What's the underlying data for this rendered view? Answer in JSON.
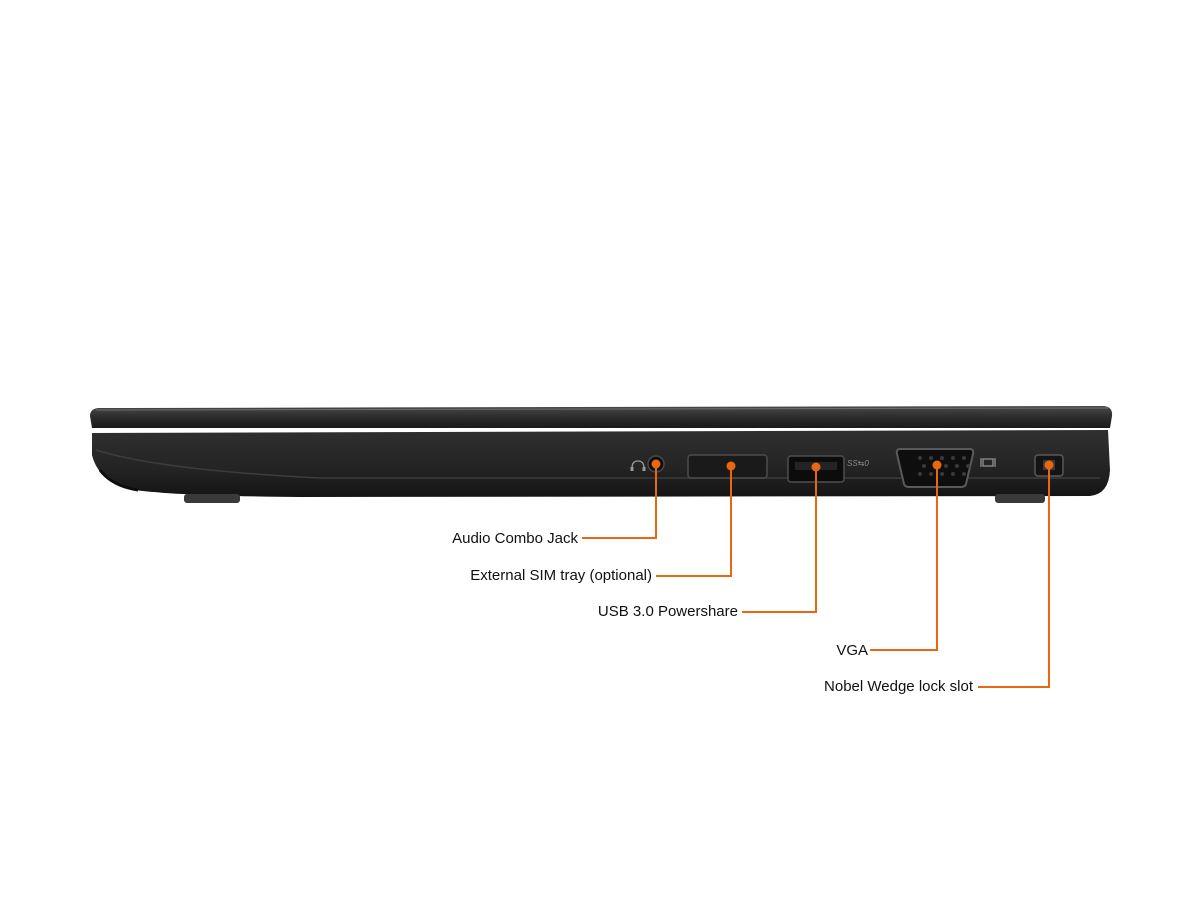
{
  "accent_color": "#e8670f",
  "laptop": {
    "body_color": "#262626",
    "usb_marking": "SS⇆0"
  },
  "callouts": [
    {
      "name": "audio-combo-jack",
      "label": "Audio Combo Jack"
    },
    {
      "name": "external-sim-tray",
      "label": "External SIM tray (optional)"
    },
    {
      "name": "usb-3-powershare",
      "label": "USB 3.0 Powershare"
    },
    {
      "name": "vga-port",
      "label": "VGA"
    },
    {
      "name": "nobel-wedge-lock-slot",
      "label": "Nobel Wedge lock slot"
    }
  ]
}
